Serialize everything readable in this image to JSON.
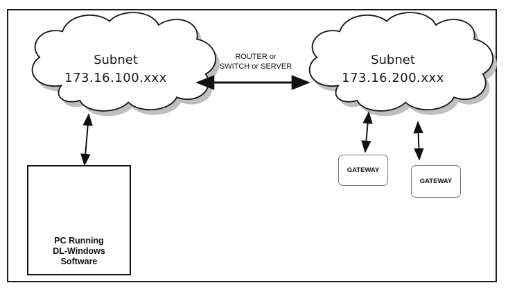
{
  "clouds": [
    {
      "line1": "Subnet",
      "line2": "173.16.100.xxx"
    },
    {
      "line1": "Subnet",
      "line2": "173.16.200.xxx"
    }
  ],
  "link_label": {
    "line1": "ROUTER or",
    "line2": "SWITCH or SERVER"
  },
  "gateways": [
    {
      "label": "GATEWAY"
    },
    {
      "label": "GATEWAY"
    }
  ],
  "pc": {
    "line1": "PC Running",
    "line2": "DL-Windows",
    "line3": "Software"
  },
  "colors": {
    "stroke": "#1a1a1a",
    "cloud_shadow": "#bfbfbf",
    "monitor_screen": "#3b4a5c",
    "tower": "#2a2a2a"
  },
  "icons": [
    "cloud-icon",
    "double-arrow-icon",
    "desktop-computer-icon"
  ]
}
